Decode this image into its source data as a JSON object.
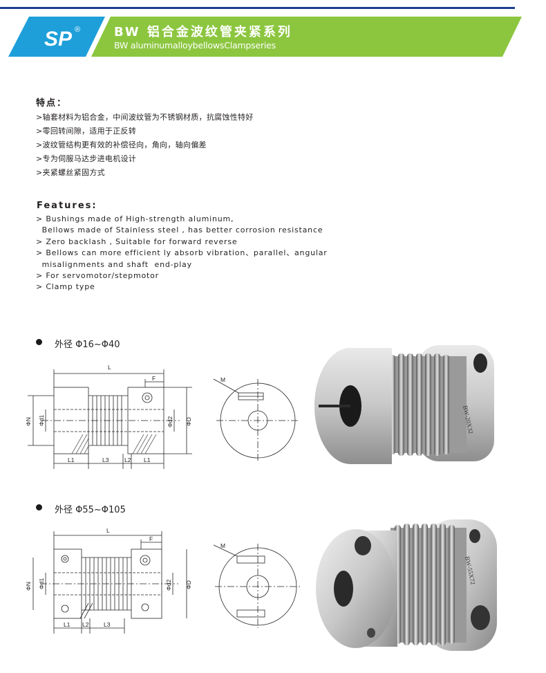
{
  "banner": {
    "logo_text": "SP",
    "registered_mark": "®",
    "title_cn": "BW 铝合金波纹管夹紧系列",
    "title_en": "BW aluminumalloybellowsClampseries",
    "colors": {
      "blue": "#1e9fd9",
      "green": "#8cc63f",
      "rule": "#1e3f8f"
    }
  },
  "features_cn": {
    "heading": "特点：",
    "items": [
      ">轴套材料为铝合金，中间波纹管为不锈钢材质，抗腐蚀性特好",
      ">零回转间隙，适用于正反转",
      ">波纹管结构更有效的补偿径向，角向，轴向偏差",
      ">专为伺服马达步进电机设计",
      ">夹紧螺丝紧固方式"
    ]
  },
  "features_en": {
    "heading": "Features:",
    "items": [
      "> Bushings made of High-strength aluminum,",
      "  Bellows made of Stainless steel , has better corrosion resistance",
      "> Zero backlash , Suitable for forward reverse",
      "> Bellows can  more efficient ly absorb vibration、parallel、angular",
      "  misalignments and shaft  end-play",
      "> For servomotor/stepmotor",
      "> Clamp type"
    ]
  },
  "sections": [
    {
      "size_label": "外径 Φ16~Φ40",
      "dims": {
        "L": "L",
        "F": "F",
        "d1": "Φd1",
        "d2": "Φd2",
        "D": "ΦD",
        "N": "ΦN",
        "L1a": "L1",
        "L3": "L3",
        "L2": "L2",
        "L1b": "L1",
        "M": "M"
      },
      "engraving": "BW-20X32"
    },
    {
      "size_label": "外径 Φ55~Φ105",
      "dims": {
        "L": "L",
        "F": "F",
        "d1": "Φd1",
        "d2": "Φd2",
        "D": "ΦD",
        "N": "ΦN",
        "L1": "L1",
        "L2": "L2",
        "L3": "L3",
        "M": "M"
      },
      "engraving": "BW-55X72"
    }
  ]
}
